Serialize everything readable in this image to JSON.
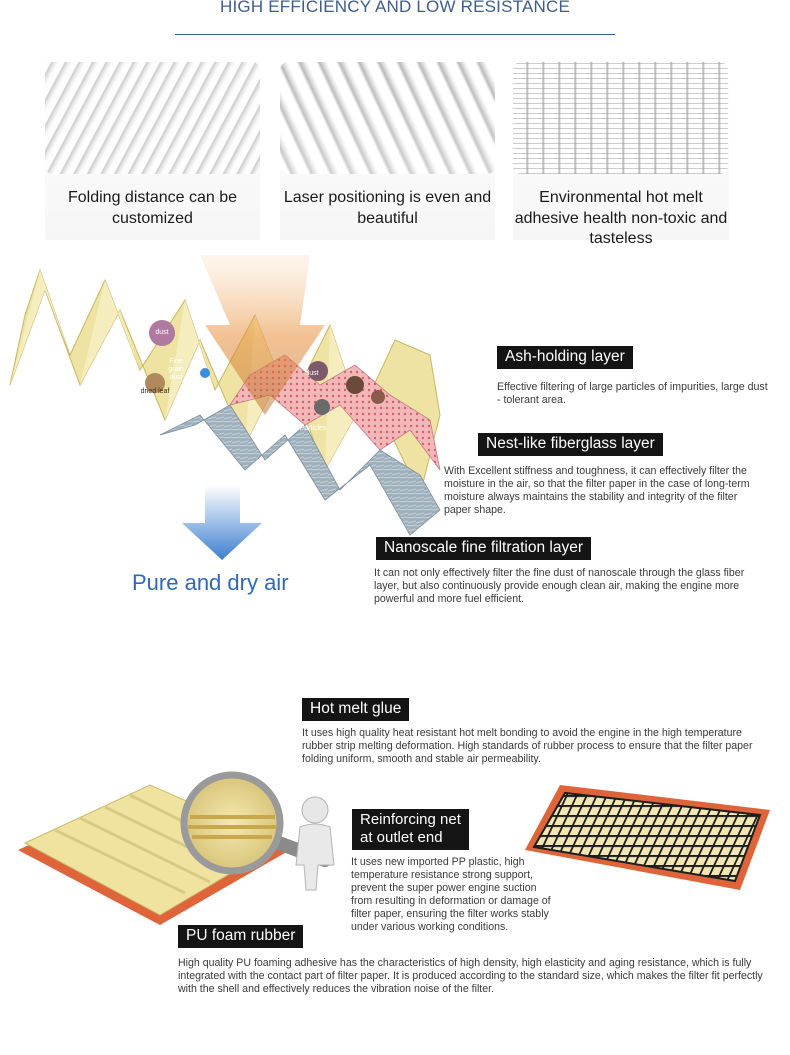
{
  "header": {
    "title": "HIGH EFFICIENCY AND LOW RESISTANCE"
  },
  "features": [
    {
      "icon": "pleated-paper-photo",
      "caption": "Folding distance can be customized"
    },
    {
      "icon": "laser-pleats-photo",
      "caption": "Laser positioning is even and beautiful"
    },
    {
      "icon": "hot-melt-grid-photo",
      "caption": "Environmental hot melt adhesive health non-toxic and tasteless"
    }
  ],
  "diagram1": {
    "labels": {
      "dust": "dust",
      "fine_grain_dust": "Fine grain dust",
      "dried_leaf": "dried leaf",
      "particles": "Particles"
    },
    "pure_air": "Pure and dry air",
    "layers": [
      {
        "title": "Ash-holding layer",
        "desc": "Effective filtering of large particles of impurities, large dust - tolerant area."
      },
      {
        "title": "Nest-like fiberglass layer",
        "desc": "With Excellent stiffness and toughness, it can effectively filter the moisture in the air, so that the filter paper in the case of long-term moisture always maintains the stability and integrity of the filter paper shape."
      },
      {
        "title": "Nanoscale fine filtration layer",
        "desc": "It can not only effectively filter the fine dust of nanoscale through the glass fiber layer, but also continuously provide enough clean air, making the engine more powerful and more fuel efficient."
      }
    ]
  },
  "diagram2": {
    "hot_melt": {
      "title": "Hot melt glue",
      "desc": "It uses high quality heat resistant hot melt bonding to avoid the engine in the high temperature rubber strip melting deformation. High standards of rubber process to ensure that the filter paper folding uniform, smooth and stable air permeability."
    },
    "reinforcing": {
      "title_line1": "Reinforcing net",
      "title_line2": "at outlet end",
      "desc": "It uses new imported PP plastic, high temperature resistance strong support, prevent the super power engine suction from resulting in deformation or damage of filter paper, ensuring the filter works stably under various working conditions."
    },
    "pu_foam": {
      "title": "PU foam rubber",
      "desc": "High quality PU foaming adhesive has the characteristics of high density, high elasticity and aging resistance, which is fully integrated with the contact part of filter paper. It is produced according to the standard size, which makes the filter fit perfectly with the shell and effectively reduces the vibration noise of the filter."
    }
  },
  "colors": {
    "accent_blue": "#3d5d8a",
    "air_blue": "#2f69b3",
    "filter_yellow": "#eee3a2",
    "frame_orange": "#e0643a"
  }
}
